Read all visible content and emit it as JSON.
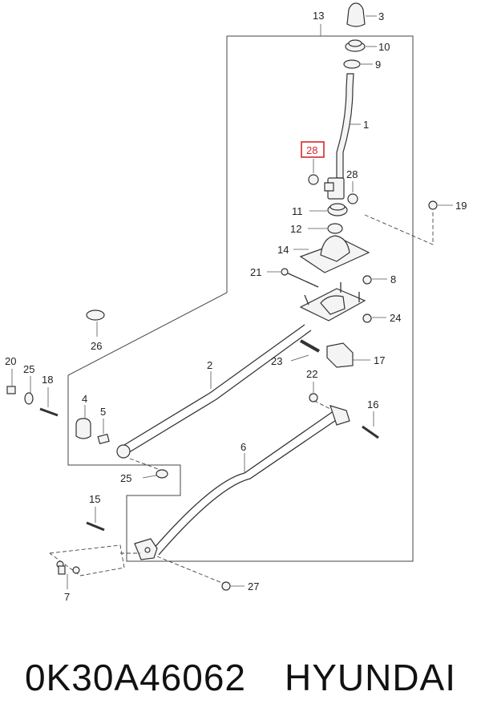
{
  "diagram": {
    "highlight_color": "#d9262c",
    "callouts": {
      "c1": "1",
      "c2": "2",
      "c3": "3",
      "c4": "4",
      "c5": "5",
      "c6": "6",
      "c7": "7",
      "c8": "8",
      "c9": "9",
      "c10": "10",
      "c11": "11",
      "c12": "12",
      "c13": "13",
      "c14": "14",
      "c15": "15",
      "c16": "16",
      "c17": "17",
      "c18": "18",
      "c19": "19",
      "c20": "20",
      "c21": "21",
      "c22": "22",
      "c23": "23",
      "c24": "24",
      "c25a": "25",
      "c25b": "25",
      "c26": "26",
      "c27": "27",
      "c28hl": "28",
      "c28": "28"
    }
  },
  "caption": {
    "part_number": "0K30A46062",
    "brand": "HYUNDAI"
  }
}
